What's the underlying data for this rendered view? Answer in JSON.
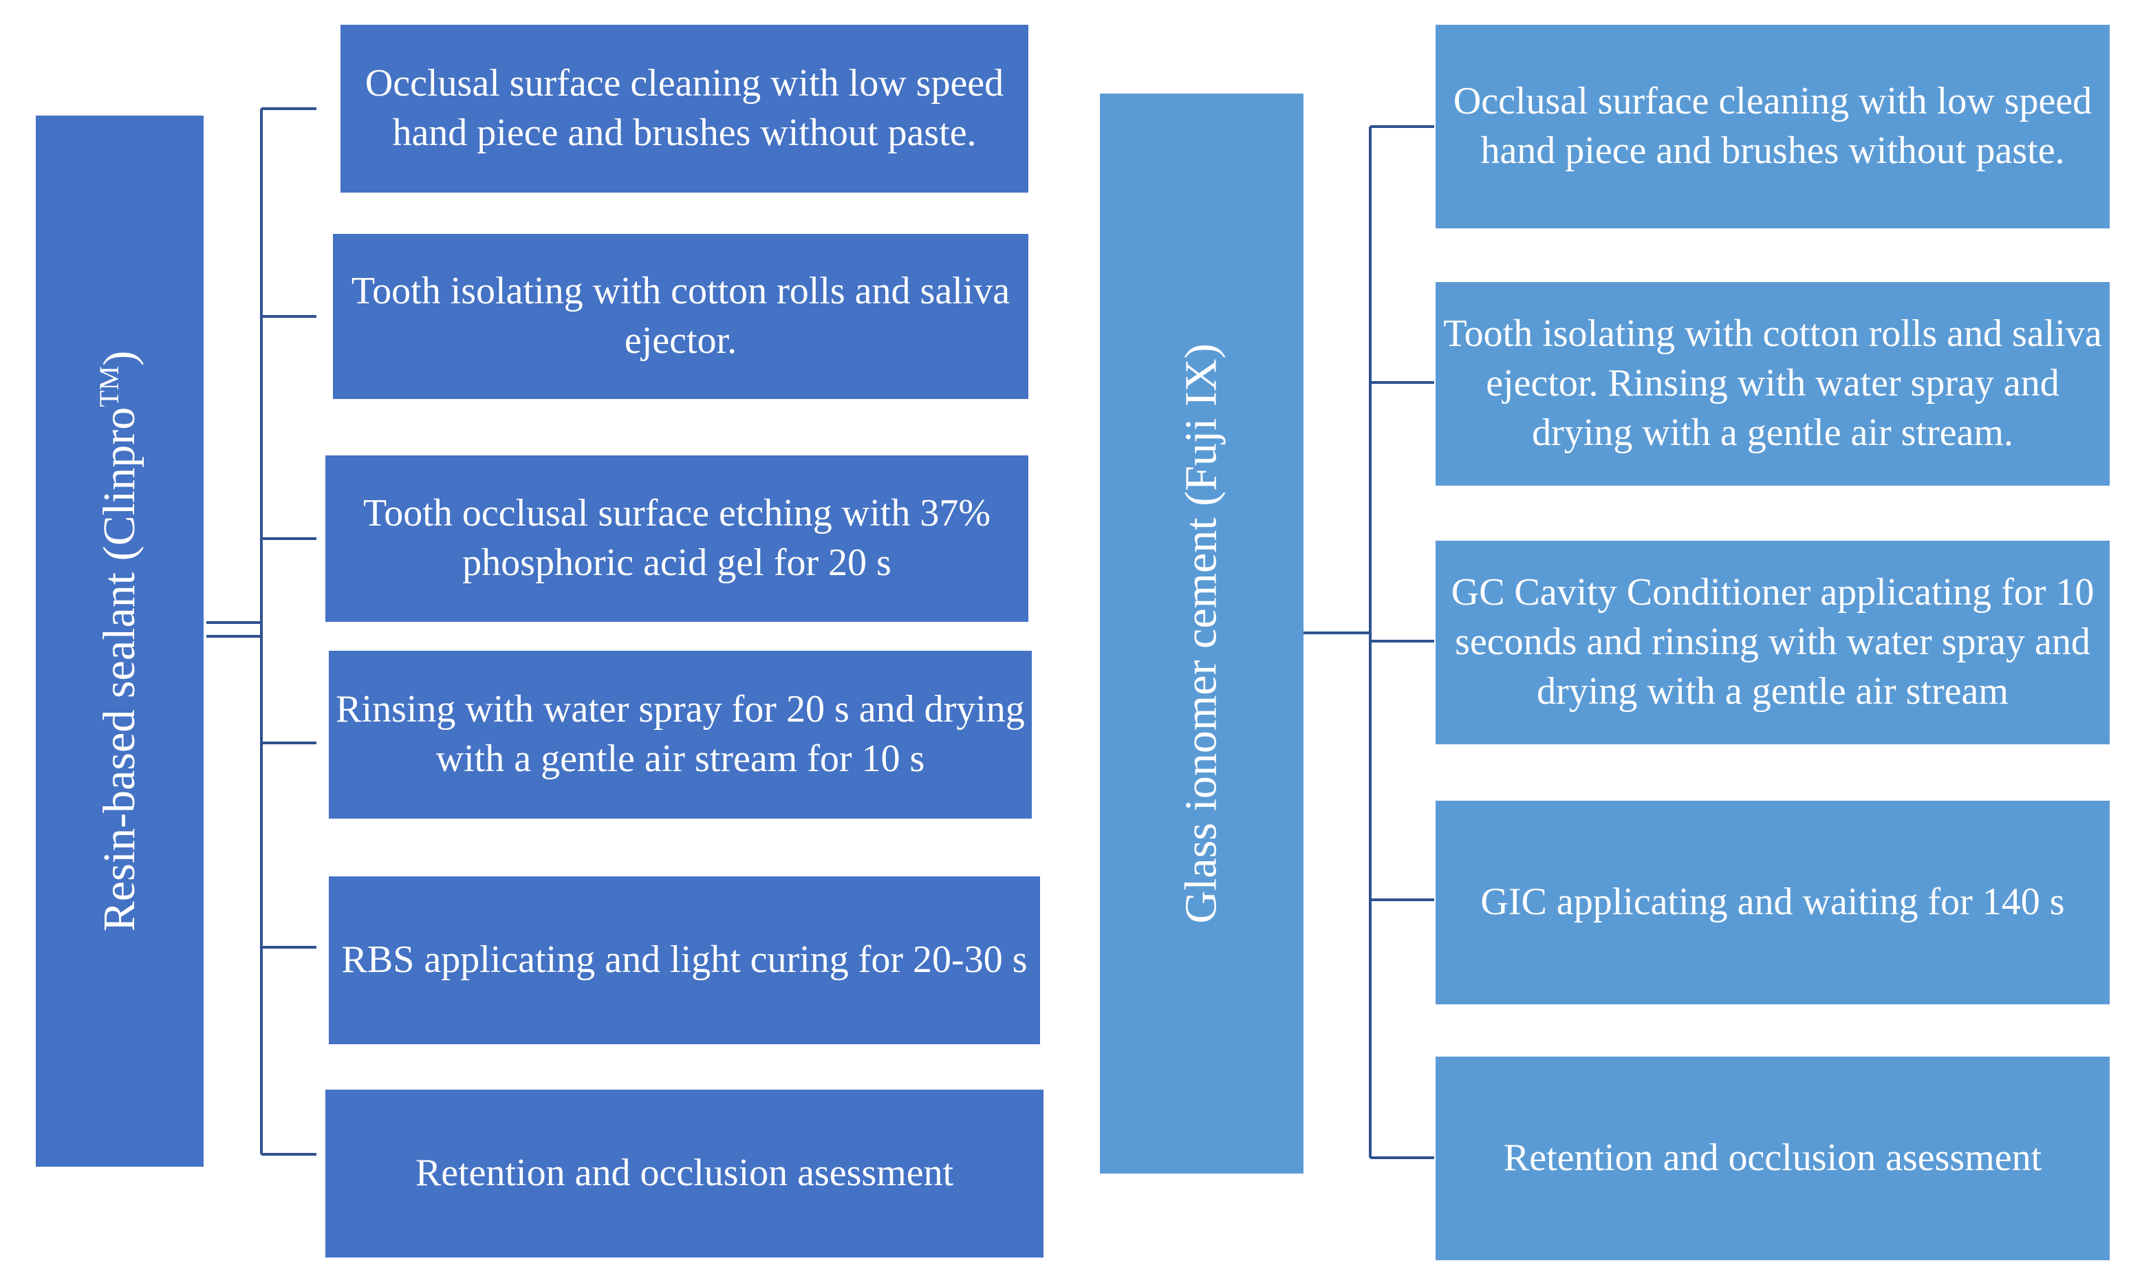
{
  "left": {
    "root": {
      "label": "Resin-based sealant (Clinpro",
      "superscript": "TM",
      "suffix": ")"
    },
    "steps": [
      "Occlusal surface cleaning with low speed hand piece and brushes without paste.",
      "Tooth isolating with cotton rolls and saliva ejector.",
      "Tooth occlusal surface etching with 37% phosphoric acid gel for 20 s",
      "Rinsing with water spray for 20 s and drying  with a gentle air stream for 10 s",
      "RBS applicating and light curing for 20-30 s",
      "Retention and occlusion asessment"
    ]
  },
  "right": {
    "root": {
      "label": "Glass ionomer cement (Fuji IX)"
    },
    "steps": [
      "Occlusal surface cleaning with low speed hand piece and brushes without paste.",
      "Tooth isolating with cotton rolls and saliva ejector. Rinsing with water spray and drying  with a gentle air stream.",
      "GC Cavity Conditioner applicating for 10 seconds and rinsing with water spray and drying with a gentle air stream",
      "GIC applicating and waiting for 140 s",
      "Retention and occlusion asessment"
    ]
  },
  "colors": {
    "left_fill": "#4472c4",
    "right_fill": "#5b9bd5",
    "connector": "#2f528f",
    "text": "#ffffff"
  }
}
